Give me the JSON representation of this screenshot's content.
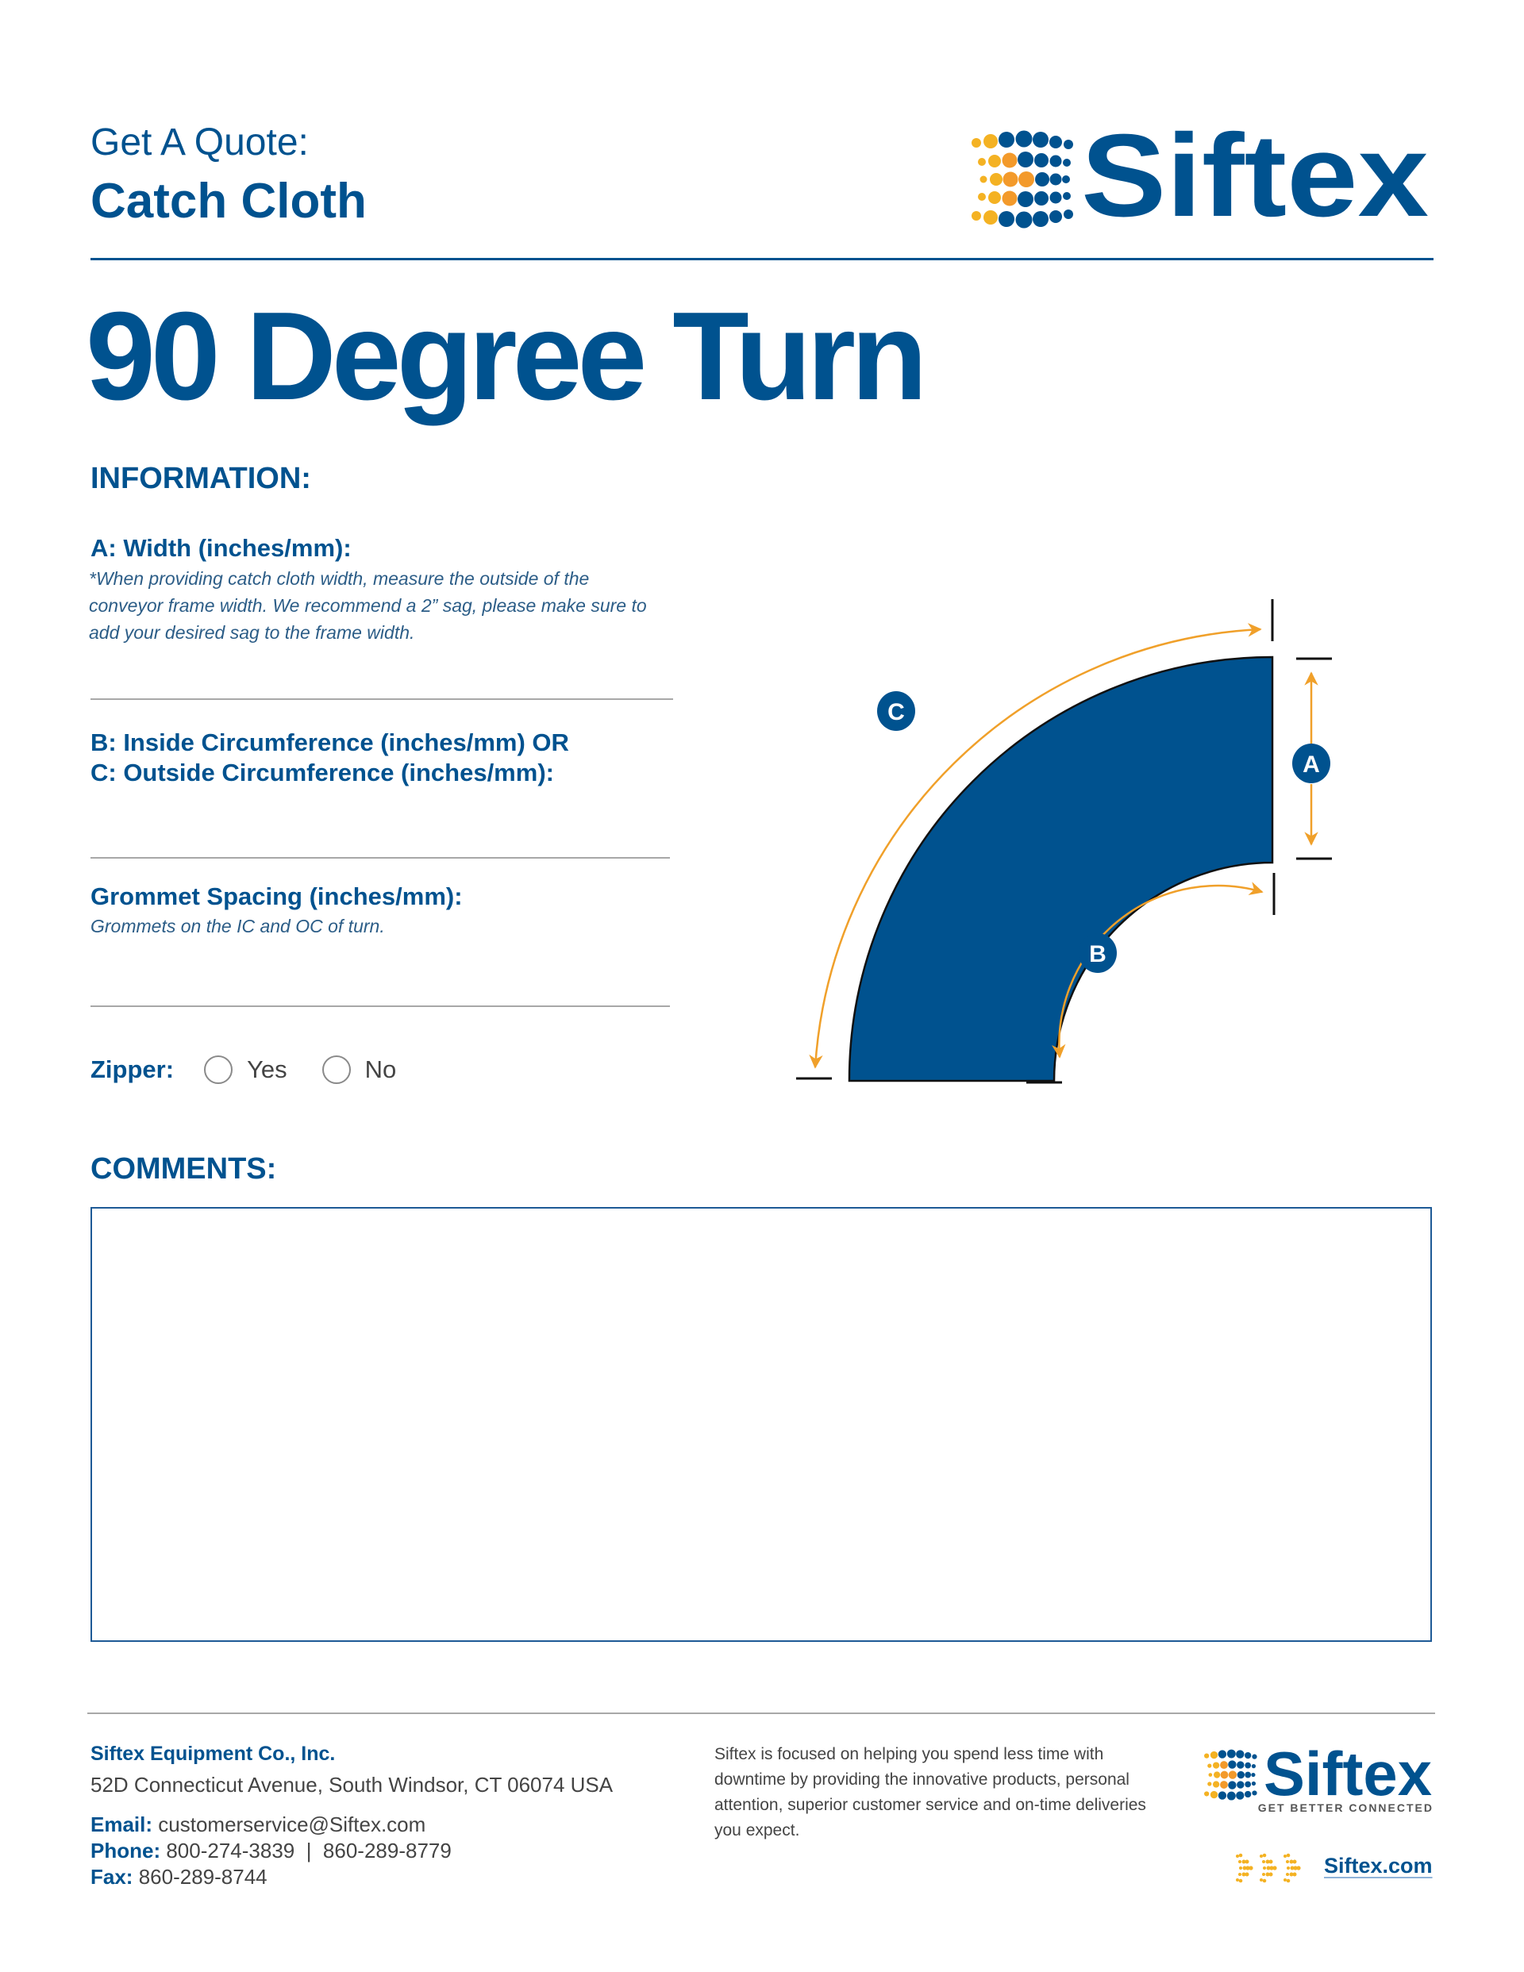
{
  "header": {
    "kicker": "Get A Quote:",
    "product": "Catch Cloth",
    "logo_text": "Siftex"
  },
  "title": "90 Degree Turn",
  "information": {
    "heading": "INFORMATION:",
    "fields": [
      {
        "label": "A: Width (inches/mm):",
        "note": "*When providing catch cloth width, measure the outside of the conveyor frame width. We recommend a 2” sag, please make sure to add your desired sag to the frame width.",
        "value": ""
      },
      {
        "label_line1": "B: Inside Circumference (inches/mm) OR",
        "label_line2": "C: Outside Circumference (inches/mm):",
        "value": ""
      },
      {
        "label": "Grommet Spacing (inches/mm):",
        "note": "Grommets on the IC and OC of turn.",
        "value": ""
      }
    ],
    "zipper": {
      "label": "Zipper:",
      "options": [
        "Yes",
        "No"
      ],
      "selected": null
    }
  },
  "comments": {
    "heading": "COMMENTS:",
    "value": ""
  },
  "diagram": {
    "labels": [
      "A",
      "B",
      "C"
    ],
    "colors": {
      "fill": "#00528f",
      "arrow": "#f0a02a",
      "tick": "#111111"
    }
  },
  "footer": {
    "company": "Siftex Equipment Co., Inc.",
    "address": "52D Connecticut Avenue, South Windsor, CT 06074 USA",
    "email_label": "Email:",
    "email": "customerservice@Siftex.com",
    "phone_label": "Phone:",
    "phone": "800-274-3839  |  860-289-8779",
    "fax_label": "Fax:",
    "fax": "860-289-8744",
    "blurb": "Siftex is focused on helping you spend less time with downtime by providing the innovative products, personal attention, superior customer service and on-time deliveries you expect.",
    "logo_text": "Siftex",
    "tagline": "GET BETTER CONNECTED",
    "site": "Siftex.com"
  },
  "colors": {
    "brand_blue": "#00528f",
    "brand_yellow": "#f4b223",
    "brand_orange": "#f39a2b",
    "rule_gray": "#a8a8a8"
  }
}
